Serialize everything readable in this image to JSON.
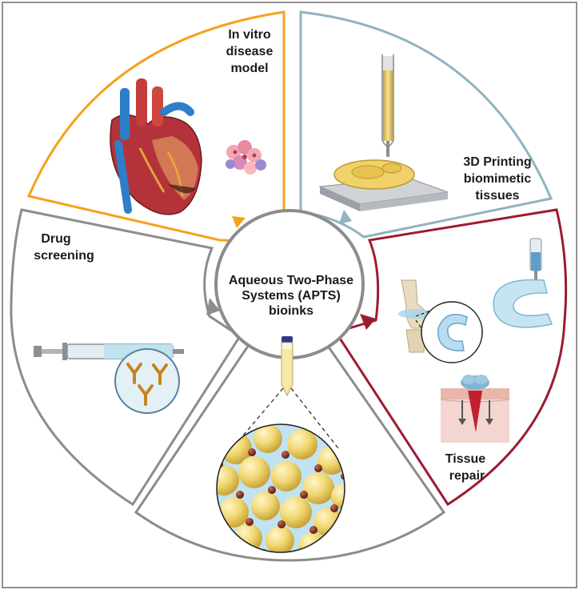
{
  "center": {
    "line1": "Aqueous Two-Phase",
    "line2": "Systems (APTS)",
    "line3": "bioinks"
  },
  "segments": {
    "disease_model": {
      "line1": "In vitro",
      "line2": "disease",
      "line3": "model",
      "color": "#f5a11a"
    },
    "printing": {
      "line1": "3D Printing",
      "line2": "biomimetic",
      "line3": "tissues",
      "color": "#8fb3c0"
    },
    "tissue_repair": {
      "line1": "Tissue",
      "line2": "repair",
      "color": "#9b1c31"
    },
    "drug_screening": {
      "line1": "Drug",
      "line2": "screening",
      "color": "#8c8c8c"
    },
    "bioink_zoom": {
      "color": "#8c8c8c"
    }
  },
  "icons": {
    "heart": "heart-icon",
    "cell_cluster": "cell-cluster-icon",
    "printer": "bioprinter-icon",
    "knee": "knee-joint-icon",
    "meniscus": "meniscus-icon",
    "syringe": "syringe-icon",
    "antibody": "antibody-icon",
    "skin": "skin-wound-icon",
    "tube": "bioink-tube-icon",
    "droplets": "droplet-emulsion-icon"
  }
}
